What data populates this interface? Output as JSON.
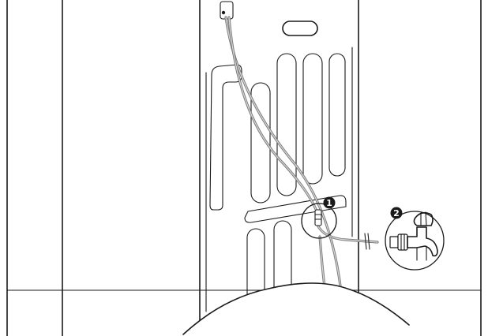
{
  "callouts": [
    {
      "number": "1",
      "part": "hose-connector"
    },
    {
      "number": "2",
      "part": "water-tap"
    }
  ],
  "colors": {
    "line": "#1a1a1a",
    "hose": "#7d7d7d",
    "badge": "#1a1a1a",
    "background": "#ffffff"
  }
}
